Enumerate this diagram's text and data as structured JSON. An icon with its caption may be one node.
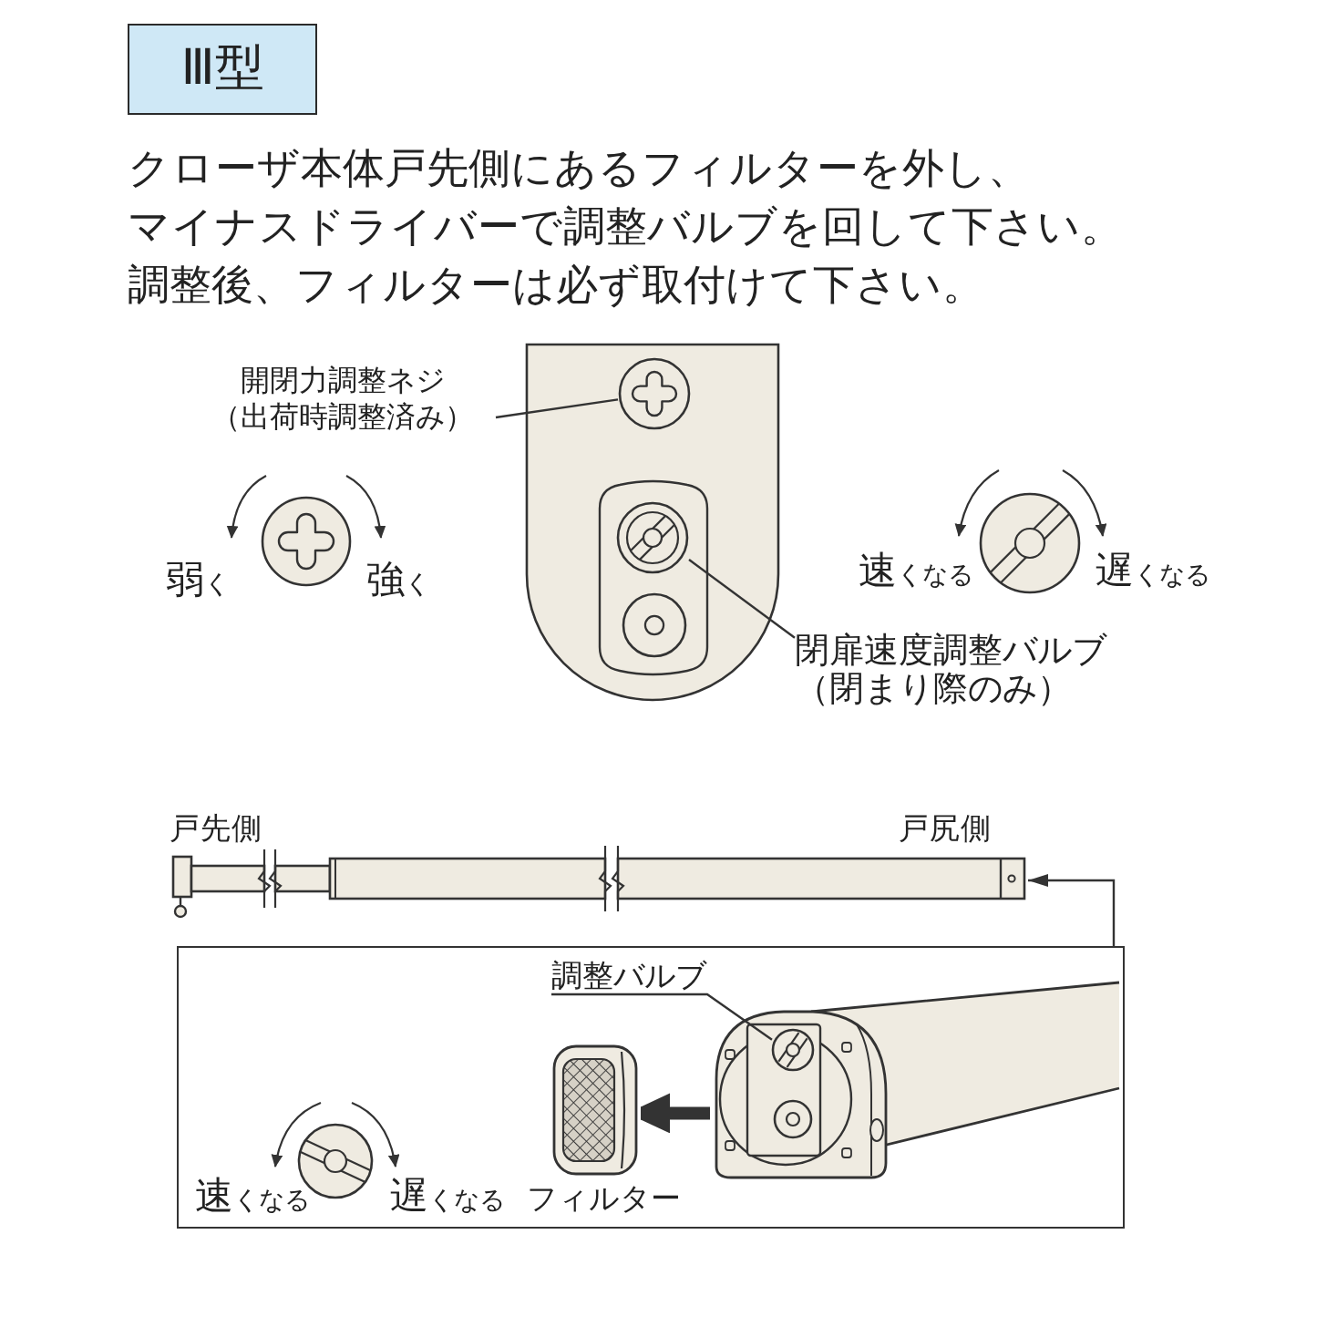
{
  "diagram": {
    "nodes": [
      {
        "text": [
          "Ⅲ型"
        ]
      },
      {
        "text": [
          "開閉力調整ネジ（出荷時調整済み）"
        ]
      },
      {
        "text": [],
        "shape": "circle"
      },
      {
        "text": [],
        "shape": "circle"
      },
      {
        "text": [],
        "shape": "circle"
      },
      {
        "text": [
          "閉扉速度調整バルブ（閉まり際のみ）"
        ]
      },
      {
        "text": [],
        "shape": "bar",
        "beside": [
          "戸先側",
          "戸尻側"
        ]
      },
      {
        "text": [],
        "shape": "box"
      },
      {
        "text": [
          "調整バルブ"
        ],
        "in": 7
      },
      {
        "text": [],
        "shape": "picture",
        "in": 7,
        "beside": [
          "フィルター"
        ]
      },
      {
        "text": [],
        "shape": "picture",
        "in": 7
      },
      {
        "text": [],
        "shape": "box",
        "in": 10
      },
      {
        "text": [],
        "shape": "circle",
        "in": 11
      },
      {
        "text": [],
        "shape": "circle",
        "in": 11
      }
    ],
    "edges": [
      {
        "from": 1,
        "to": 2,
        "arrow": "none"
      },
      {
        "from": 5,
        "to": 3,
        "arrow": "none"
      },
      {
        "from": 7,
        "to": 6,
        "arrow": "to"
      },
      {
        "from": 8,
        "to": 12,
        "arrow": "none"
      },
      {
        "from": 10,
        "to": 9,
        "arrow": "to",
        "style": "thick"
      }
    ],
    "labels": [
      "クローザ本体戸先側にあるフィルターを外し、マイナスドライバーで調整バルブを回して下さい。",
      "調整後、フィルターは必ず取付けて下さい。",
      "弱く",
      "強く",
      "速くなる",
      "遅くなる",
      "速くなる",
      "遅くなる"
    ]
  }
}
